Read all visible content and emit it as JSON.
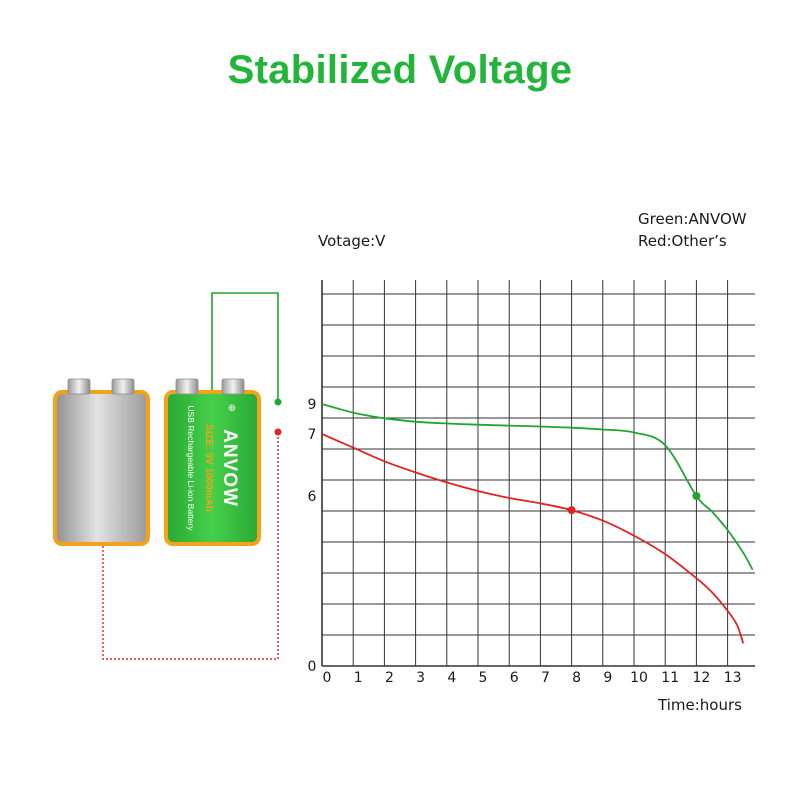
{
  "page": {
    "title": "Stabilized Voltage"
  },
  "colors": {
    "title": "#22b53a",
    "anvow": "#22a52f",
    "other": "#e02424",
    "grid": "#333333",
    "battery_green": "#33c13b",
    "battery_orange": "#f5a21b",
    "battery_gray": "#b4b4b4"
  },
  "battery": {
    "brand": "ANVOW",
    "size": "SIZE: 9V 1000mAh",
    "desc": "USB Rechargeable Li-ion Battery"
  },
  "chart_data": {
    "type": "line",
    "ylabel": "Votage:V",
    "xlabel": "Time:hours",
    "legend": [
      "Green:ANVOW",
      "Red:Other’s"
    ],
    "legend_placement": "top-right",
    "grid": true,
    "x_ticks": [
      0,
      1,
      2,
      3,
      4,
      5,
      6,
      7,
      8,
      9,
      10,
      11,
      12,
      13
    ],
    "y_ticks": [
      0,
      6,
      7,
      9
    ],
    "xlim": [
      0,
      13.8
    ],
    "series": [
      {
        "color": "#22a52f",
        "x": [
          0,
          0.5,
          1,
          1.5,
          2,
          3,
          4,
          5,
          6,
          7,
          8,
          9,
          10,
          11,
          12,
          12.5,
          13,
          13.5,
          13.8
        ],
        "y": [
          9.0,
          8.7,
          8.42,
          8.22,
          8.05,
          7.82,
          7.7,
          7.62,
          7.56,
          7.5,
          7.42,
          7.3,
          7.1,
          6.82,
          6.0,
          5.45,
          4.8,
          4.0,
          3.4
        ],
        "markers": [
          {
            "x": 12,
            "y": 6.0
          }
        ]
      },
      {
        "color": "#e02424",
        "x": [
          0,
          1,
          2,
          3,
          4,
          5,
          6,
          7,
          8,
          9,
          10,
          11,
          12,
          12.5,
          13,
          13.3,
          13.5
        ],
        "y": [
          7.0,
          6.78,
          6.56,
          6.38,
          6.22,
          6.08,
          5.93,
          5.74,
          5.5,
          5.13,
          4.6,
          3.95,
          3.1,
          2.6,
          1.95,
          1.45,
          0.8
        ],
        "markers": [
          {
            "x": 8,
            "y": 5.5
          }
        ]
      }
    ]
  }
}
